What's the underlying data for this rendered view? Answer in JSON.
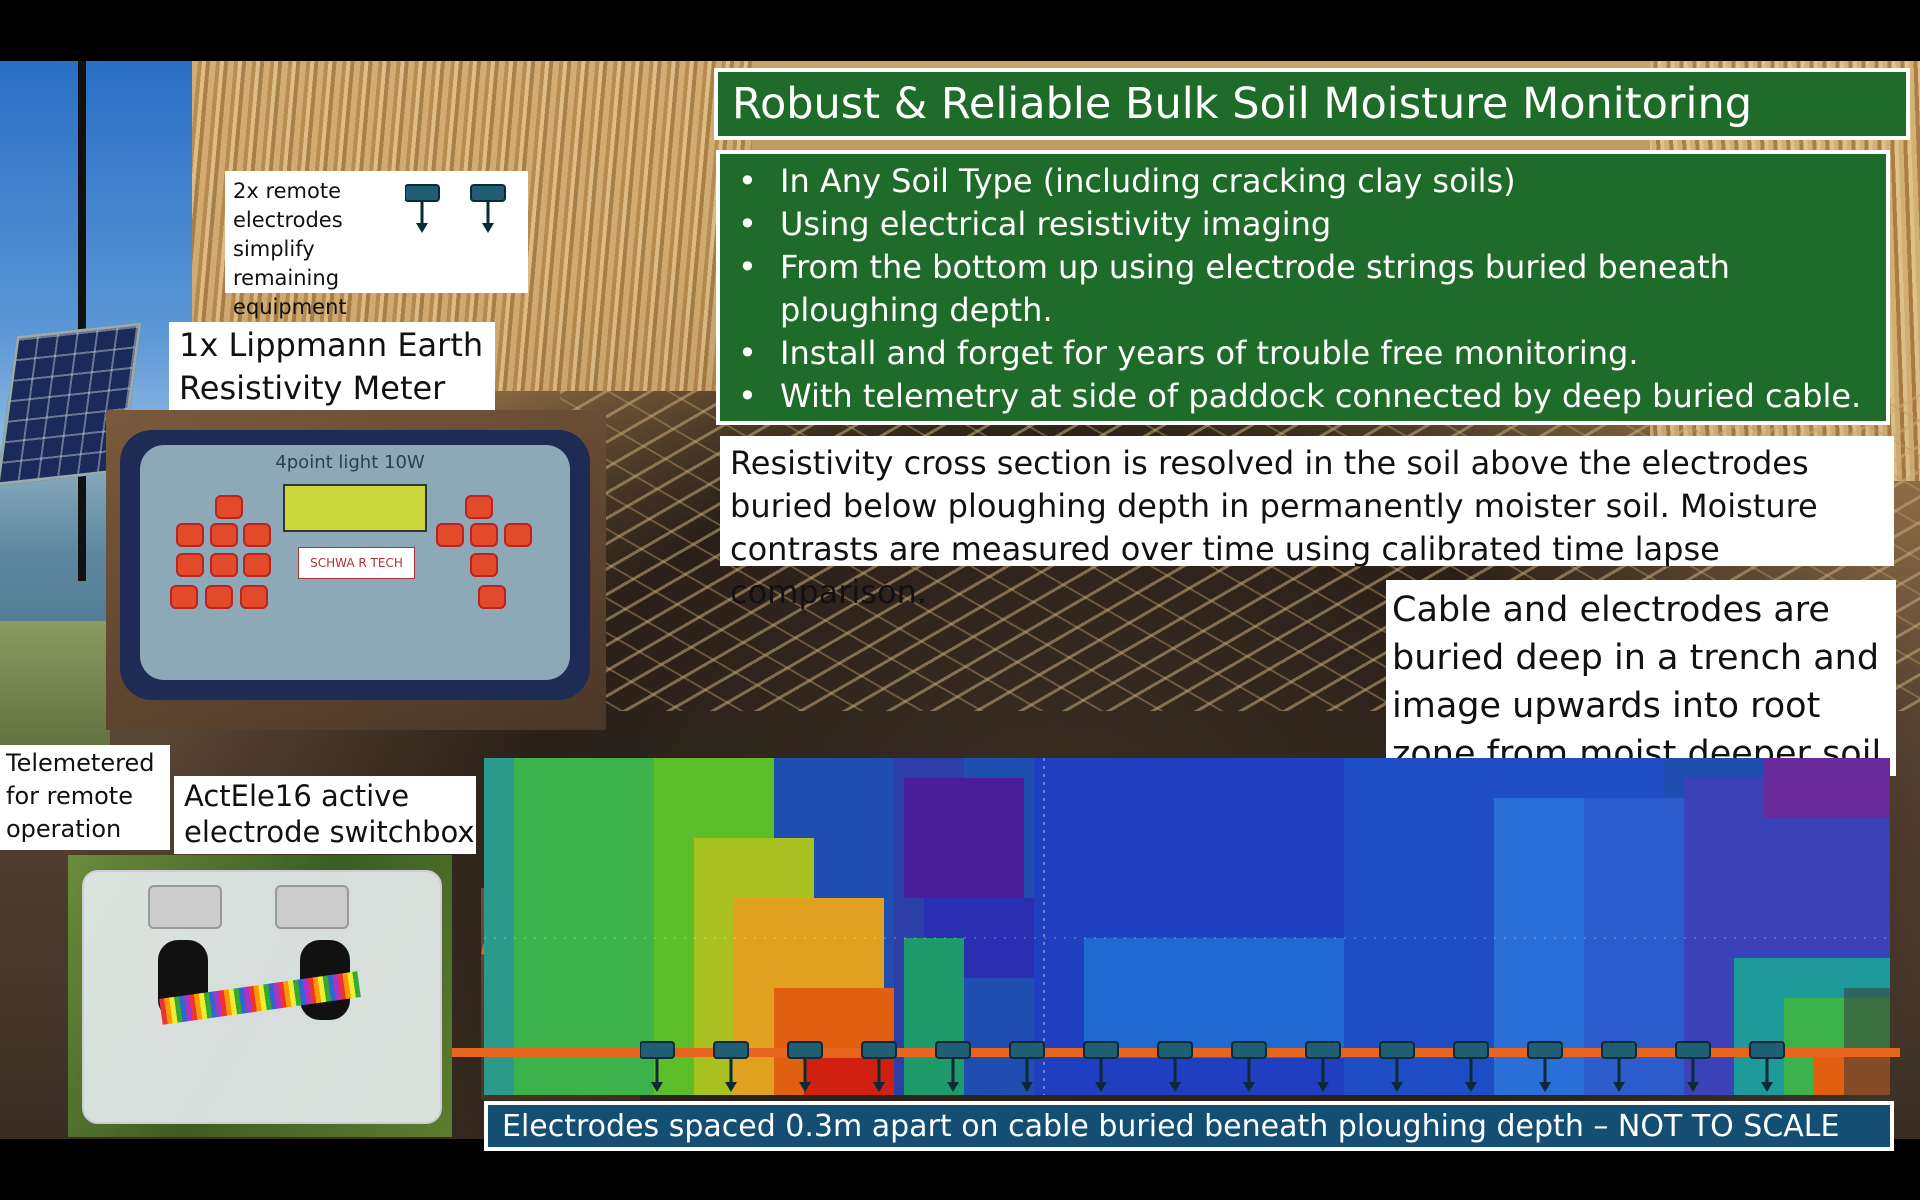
{
  "title": "Robust & Reliable Bulk Soil Moisture Monitoring",
  "bullets": [
    "In Any Soil Type (including cracking clay soils)",
    "Using electrical resistivity imaging",
    "From the bottom up using electrode strings buried beneath ploughing depth.",
    "Install and forget for years of trouble free monitoring.",
    "With telemetry at side of paddock connected by deep buried cable."
  ],
  "description": "Resistivity cross section is resolved in the soil above the electrodes buried below ploughing depth in permanently moister soil. Moisture contrasts are measured over time using calibrated time lapse comparison.",
  "cable_note": "Cable and electrodes are buried deep in a trench and image upwards into root zone from moist deeper soil",
  "remote_electrodes": "2x remote electrodes simplify remaining equipment",
  "meter_label": "1x Lippmann Earth Resistivity Meter",
  "telemetered": "Telemetered for remote operation",
  "switchbox_label": "ActEle16 active electrode switchbox",
  "caption": "Electrodes spaced 0.3m apart on cable buried beneath ploughing depth – NOT TO SCALE",
  "meter": {
    "brand": "4point light 10W",
    "logo": "SCHWA R TECH"
  },
  "colors": {
    "banner_green": "#1f6b2a",
    "caption_blue": "#144e73",
    "cable_orange": "#e8651e",
    "electrode_teal": "#1f5e73"
  }
}
